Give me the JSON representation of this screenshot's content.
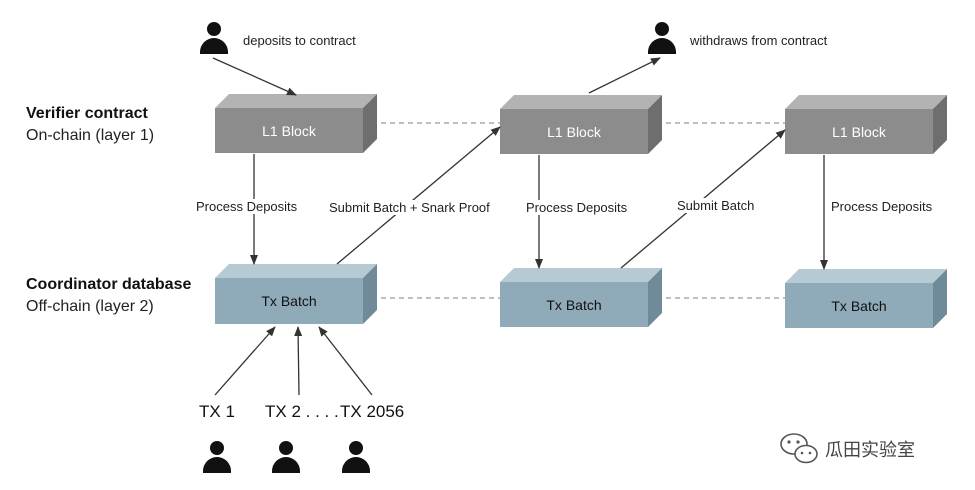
{
  "rows": {
    "l1": {
      "title": "Verifier contract",
      "subtitle": "On-chain (layer 1)"
    },
    "l2": {
      "title": "Coordinator database",
      "subtitle": "Off-chain (layer 2)"
    }
  },
  "l1_blocks": [
    "L1 Block",
    "L1 Block",
    "L1 Block"
  ],
  "tx_batches": [
    "Tx Batch",
    "Tx Batch",
    "Tx Batch"
  ],
  "users": {
    "deposit_label": "deposits to contract",
    "withdraw_label": "withdraws from contract"
  },
  "edges": {
    "process_deposits_1": "Process Deposits",
    "submit_batch_snark": "Submit Batch + Snark Proof",
    "process_deposits_2": "Process Deposits",
    "submit_batch": "Submit Batch",
    "process_deposits_3": "Process Deposits"
  },
  "transactions": {
    "tx1": "TX 1",
    "tx2": "TX 2 . . . .",
    "tx2056": "TX 2056"
  },
  "watermark": "瓜田实验室",
  "colors": {
    "l1_block": "#8c8c8c",
    "tx_batch": "#8faab8",
    "arrow": "#333333",
    "dashed": "#999999"
  }
}
